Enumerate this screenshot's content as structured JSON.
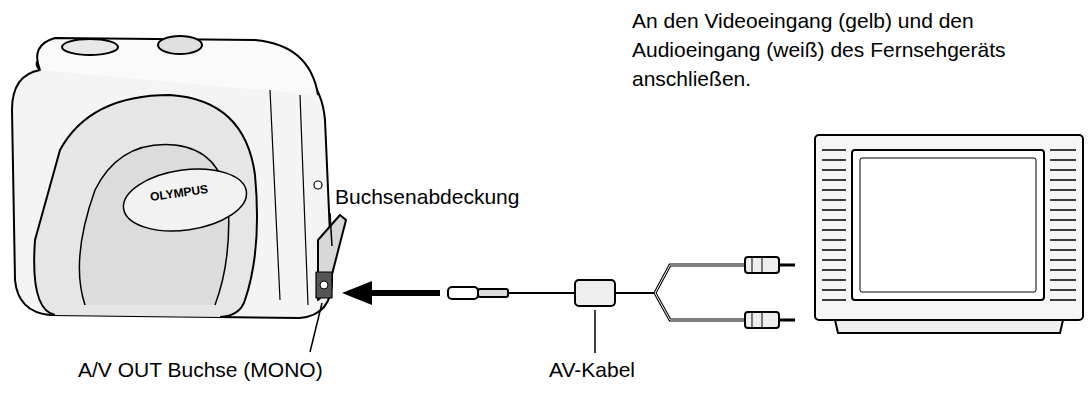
{
  "diagram": {
    "labels": [
      "An den Videoeingang (gelb) und den Audioeingang (weiß) des Fernsehgeräts anschließen.",
      "Buchsenabdeckung",
      "OLYMPUS",
      "A/V OUT Buchse (MONO)",
      "AV-Kabel"
    ]
  }
}
